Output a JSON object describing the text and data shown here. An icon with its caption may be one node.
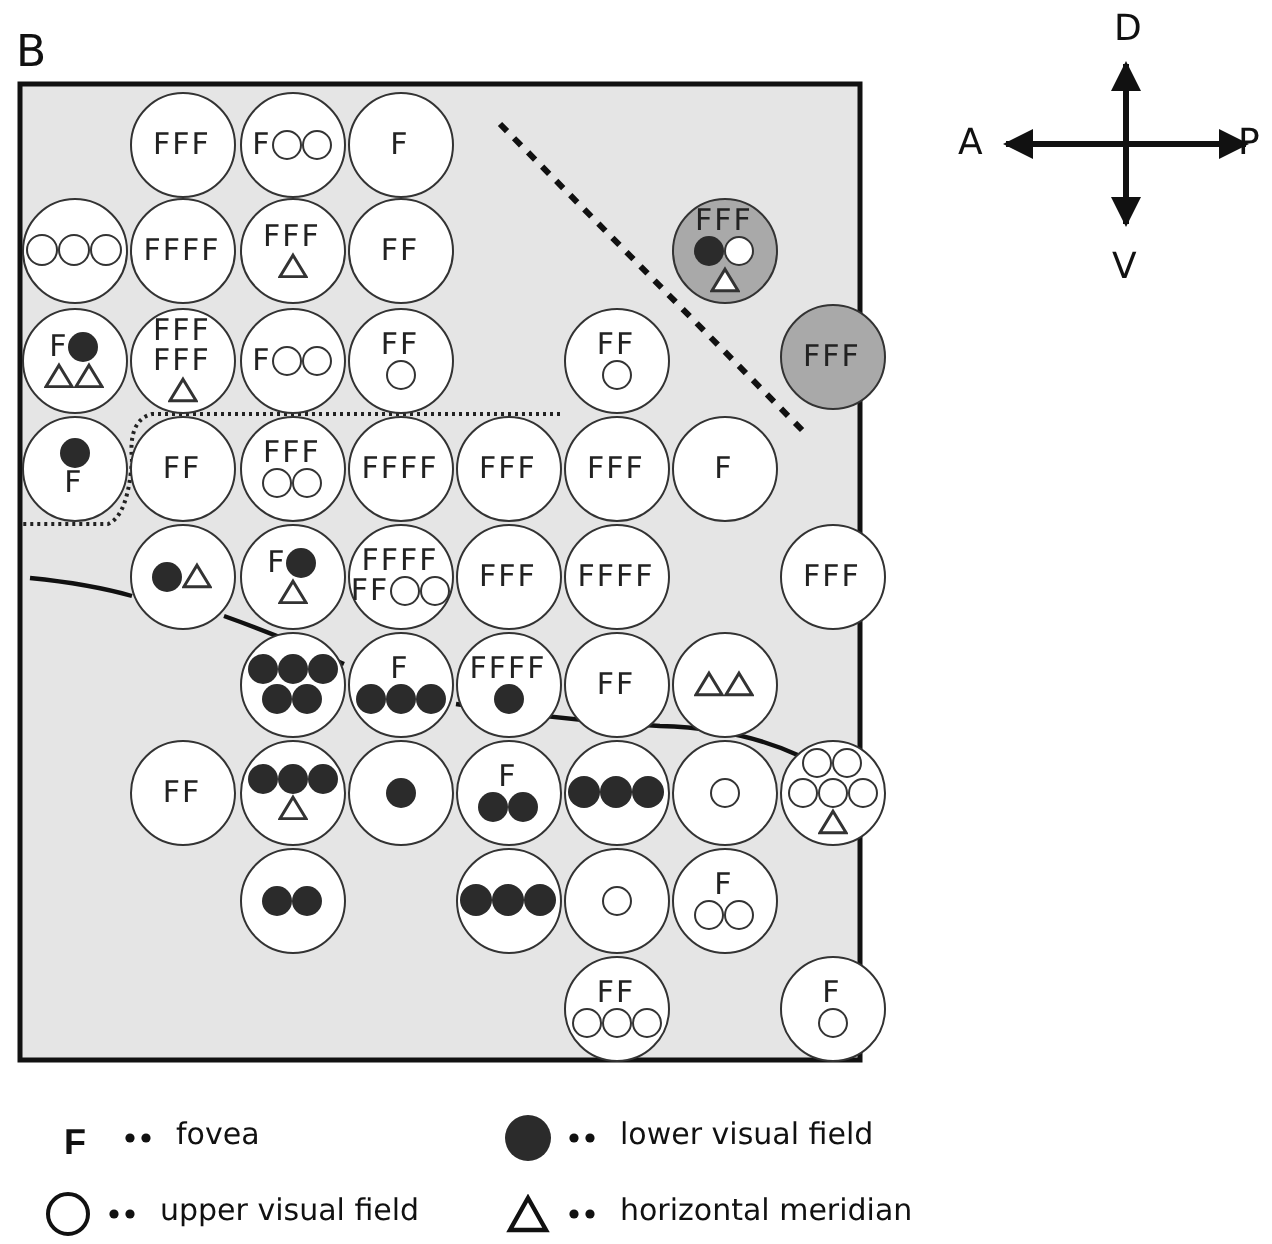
{
  "diagram": {
    "nodes": [
      {
        "text": [
          "FFF"
        ]
      },
      {
        "text": [
          "F"
        ]
      },
      {
        "text": [
          "F"
        ]
      },
      {
        "text": [],
        "shape": "circle"
      },
      {
        "text": [
          "FFFF"
        ]
      },
      {
        "text": [
          "FFF"
        ]
      },
      {
        "text": [
          "FF"
        ]
      },
      {
        "text": [
          "FFF"
        ]
      },
      {
        "text": [
          "F"
        ]
      },
      {
        "text": [
          "FFF",
          "FFF"
        ]
      },
      {
        "text": [
          "F"
        ]
      },
      {
        "text": [
          "FF"
        ]
      },
      {
        "text": [
          "FF"
        ]
      },
      {
        "text": [
          "FFF"
        ]
      },
      {
        "text": [
          "F"
        ]
      },
      {
        "text": [
          "FF"
        ]
      },
      {
        "text": [
          "FFF"
        ]
      },
      {
        "text": [
          "FFFF"
        ]
      },
      {
        "text": [
          "FFF"
        ]
      },
      {
        "text": [
          "FFF"
        ]
      },
      {
        "text": [
          "F"
        ]
      },
      {
        "text": [],
        "shape": "circle"
      },
      {
        "text": [
          "F"
        ]
      },
      {
        "text": [
          "FFFF",
          "FF"
        ]
      },
      {
        "text": [
          "FFF"
        ]
      },
      {
        "text": [
          "FFFF"
        ]
      },
      {
        "text": [
          "FFF"
        ]
      },
      {
        "text": [],
        "shape": "circle"
      },
      {
        "text": [
          "F"
        ]
      },
      {
        "text": [
          "FFFF"
        ]
      },
      {
        "text": [
          "FF"
        ]
      },
      {
        "text": [],
        "shape": "circle"
      },
      {
        "text": [
          "FF"
        ]
      },
      {
        "text": [],
        "shape": "circle"
      },
      {
        "text": [],
        "shape": "circle"
      },
      {
        "text": [
          "F"
        ]
      },
      {
        "text": [],
        "shape": "circle"
      },
      {
        "text": [],
        "shape": "circle"
      },
      {
        "text": [],
        "shape": "circle"
      },
      {
        "text": [],
        "shape": "circle"
      },
      {
        "text": [],
        "shape": "circle"
      },
      {
        "text": [],
        "shape": "circle"
      },
      {
        "text": [
          "F"
        ]
      },
      {
        "text": [
          "FF"
        ]
      },
      {
        "text": [
          "F"
        ]
      }
    ],
    "labels": [
      "B",
      "D",
      "A",
      "P",
      "V",
      "F"
    ],
    "legend": [
      {
        "text": "fovea"
      },
      {
        "text": "lower visual field"
      },
      {
        "text": "upper visual field"
      },
      {
        "text": "horizontal meridian"
      }
    ]
  }
}
